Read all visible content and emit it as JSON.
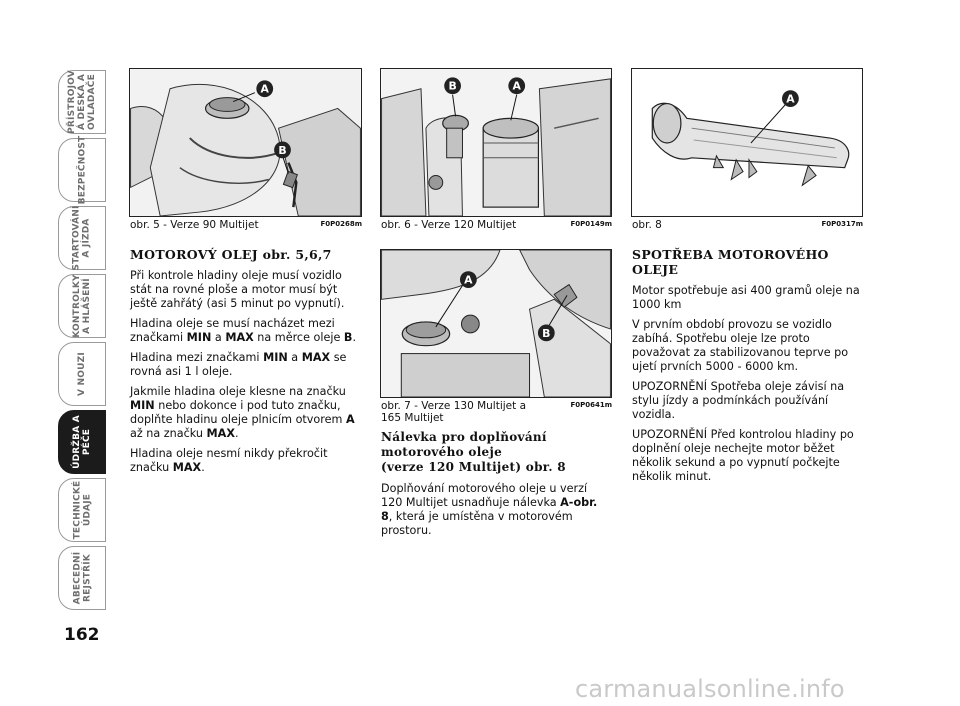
{
  "page_number": "162",
  "side_tabs": [
    {
      "label": "PŘÍSTROJOV\nÁ DESKA A\nOVLADAČE",
      "active": false
    },
    {
      "label": "BEZPEČNOST",
      "active": false
    },
    {
      "label": "STARTOVÁNÍ\nA JÍZDA",
      "active": false
    },
    {
      "label": "KONTROLKY\nA HLÁŠENÍ",
      "active": false
    },
    {
      "label": "V NOUZI",
      "active": false
    },
    {
      "label": "ÚDRŽBA A\nPÉČE",
      "active": true
    },
    {
      "label": "TECHNICKÉ\nÚDAJE",
      "active": false
    },
    {
      "label": "ABECEDNÍ\nREJSTŘÍK",
      "active": false
    }
  ],
  "figures": {
    "fig5": {
      "caption": "obr. 5 - Verze 90 Multijet",
      "code": "F0P0268m",
      "callouts": [
        "A",
        "B"
      ]
    },
    "fig6": {
      "caption": "obr. 6 - Verze 120 Multijet",
      "code": "F0P0149m",
      "callouts": [
        "B",
        "A"
      ]
    },
    "fig7": {
      "caption_line1": "obr. 7 - Verze 130 Multijet a",
      "caption_line2": "165 Multijet",
      "code": "F0P0641m",
      "callouts": [
        "A",
        "B"
      ]
    },
    "fig8": {
      "caption": "obr. 8",
      "code": "F0P0317m",
      "callouts": [
        "A"
      ]
    }
  },
  "col1": {
    "heading": "MOTOROVÝ OLEJ obr. 5,6,7",
    "p1": "Při kontrole hladiny oleje musí vozidlo stát na rovné ploše a motor musí být ještě zahřátý (asi 5 minut po vypnutí).",
    "p2_a": "Hladina oleje se musí nacházet mezi značkami ",
    "p2_min": "MIN",
    "p2_b": " a ",
    "p2_max": "MAX",
    "p2_c": " na měrce oleje ",
    "p2_B": "B",
    "p2_d": ".",
    "p3_a": "Hladina mezi značkami ",
    "p3_min": "MIN",
    "p3_b": " a ",
    "p3_max": "MAX",
    "p3_c": " se rovná asi 1 l oleje.",
    "p4_a": "Jakmile hladina oleje klesne na značku ",
    "p4_min": "MIN",
    "p4_b": " nebo dokonce i pod tuto značku, doplňte hladinu oleje plnicím otvorem ",
    "p4_A": "A",
    "p4_c": " až na značku ",
    "p4_max": "MAX",
    "p4_d": ".",
    "p5_a": "Hladina oleje nesmí nikdy překročit značku ",
    "p5_max": "MAX",
    "p5_b": "."
  },
  "col2": {
    "heading_l1": "Nálevka pro doplňování",
    "heading_l2": "motorového oleje",
    "heading_l3": "(verze 120 Multijet) obr. 8",
    "p1_a": "Doplňování motorového oleje u verzí 120 Multijet usnadňuje nálevka ",
    "p1_ref": "A-obr. 8",
    "p1_b": ", která je umístěna v motorovém prostoru."
  },
  "col3": {
    "heading_l1": "SPOTŘEBA MOTOROVÉHO",
    "heading_l2": "OLEJE",
    "p1": "Motor spotřebuje asi 400 gramů oleje na 1000 km",
    "p2": "V prvním období provozu se vozidlo zabíhá. Spotřebu oleje lze proto považovat za stabilizovanou teprve po ujetí prvních 5000 - 6000 km.",
    "p3": "UPOZORNĚNÍ Spotřeba oleje závisí na stylu jízdy a podmínkách používání vozidla.",
    "p4": "UPOZORNĚNÍ Před kontrolou hladiny po doplnění oleje nechejte motor běžet několik sekund a po vypnutí počkejte několik minut."
  },
  "watermark": "carmanualsonline.info"
}
